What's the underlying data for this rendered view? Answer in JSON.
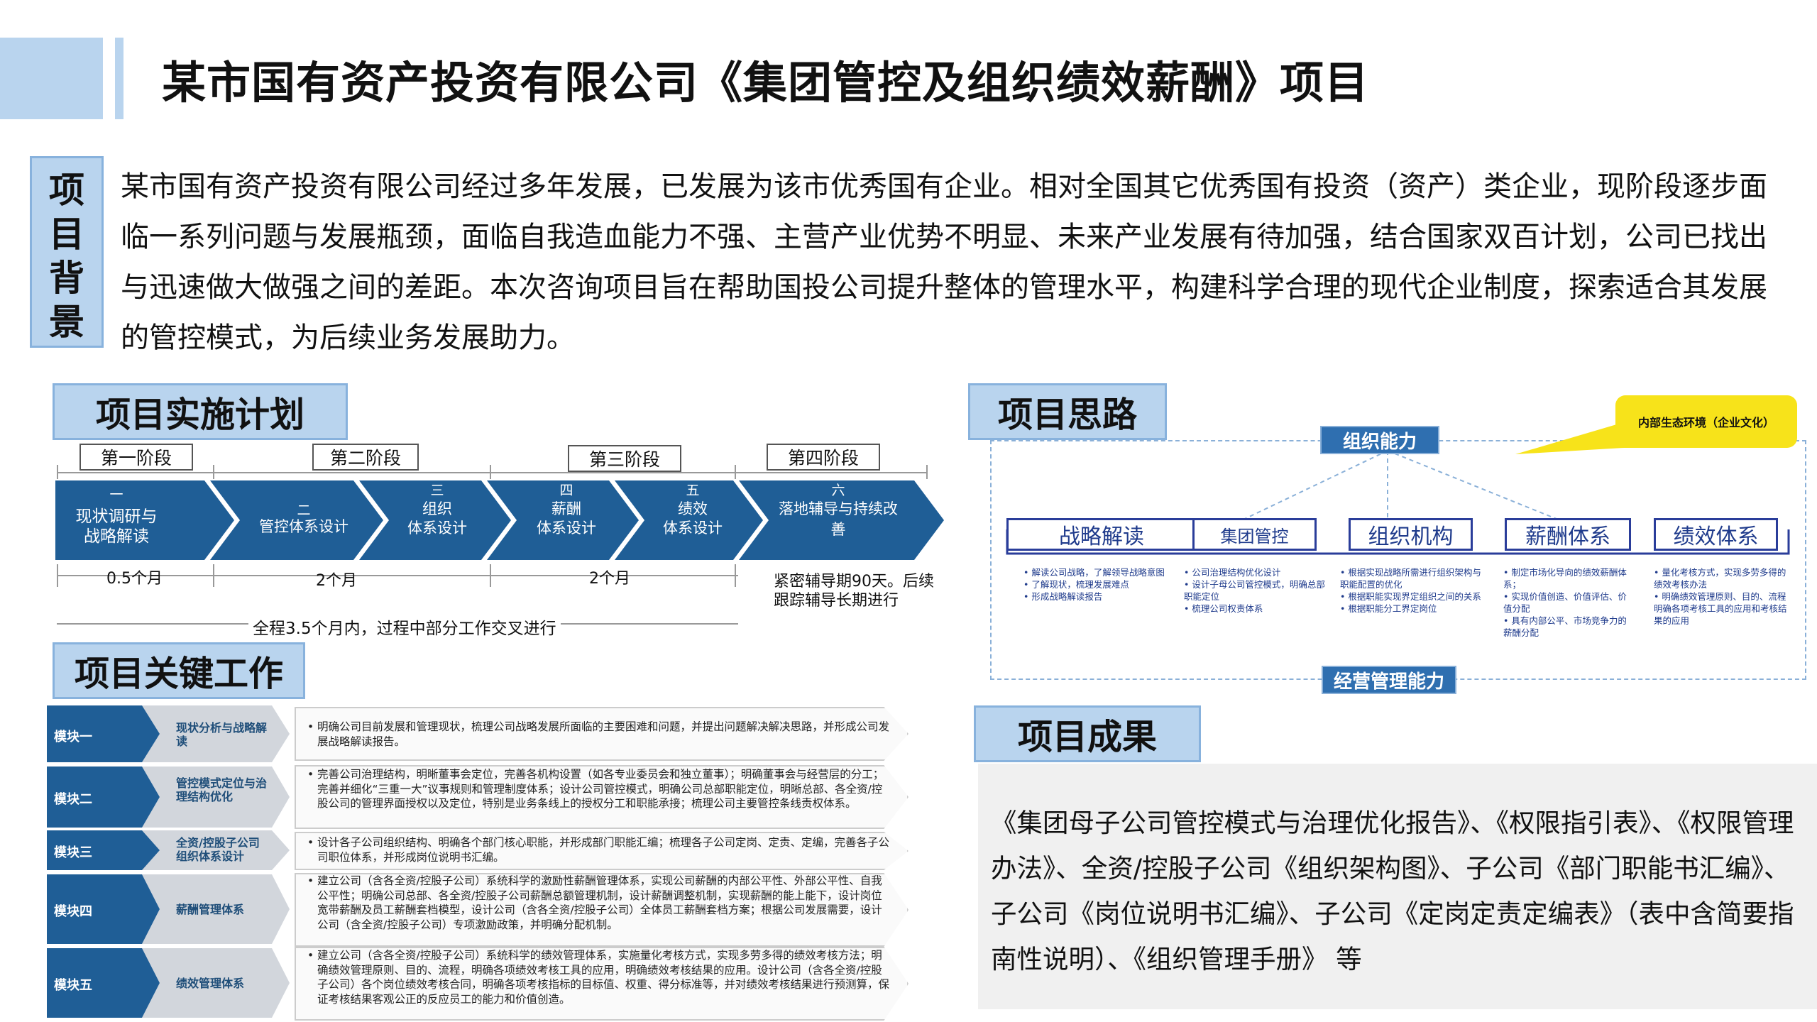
{
  "header": {
    "title": "某市国有资产投资有限公司《集团管控及组织绩效薪酬》项目"
  },
  "background": {
    "label": "项目背景",
    "text": " 某市国有资产投资有限公司经过多年发展，已发展为该市优秀国有企业。相对全国其它优秀国有投资（资产）类企业，现阶段逐步面临一系列问题与发展瓶颈，面临自我造血能力不强、主营产业优势不明显、未来产业发展有待加强，结合国家双百计划，公司已找出与迅速做大做强之间的差距。本次咨询项目旨在帮助国投公司提升整体的管理水平，构建科学合理的现代企业制度，探索适合其发展的管控模式，为后续业务发展助力。"
  },
  "plan": {
    "title": "项目实施计划",
    "stages": [
      "第一阶段",
      "第二阶段",
      "第三阶段",
      "第四阶段"
    ],
    "steps": [
      {
        "num": "一",
        "line1": "现状调研与",
        "line2": "战略解读"
      },
      {
        "num": "二",
        "line1": "管控体系设计",
        "line2": ""
      },
      {
        "num": "三",
        "line1": "组织",
        "line2": "体系设计"
      },
      {
        "num": "四",
        "line1": "薪酬",
        "line2": "体系设计"
      },
      {
        "num": "五",
        "line1": "绩效",
        "line2": "体系设计"
      },
      {
        "num": "六",
        "line1": "落地辅导与持续改",
        "line2": "善"
      }
    ],
    "durations": [
      "0.5个月",
      "2个月",
      "2个月"
    ],
    "tail": "紧密辅导期90天。后续跟踪辅导长期进行",
    "note": "全程3.5个月内，过程中部分工作交叉进行"
  },
  "keywork": {
    "title": "项目关键工作",
    "modules": [
      {
        "name": "模块一",
        "topic": "现状分析与战略解读",
        "desc": "明确公司目前发展和管理现状，梳理公司战略发展所面临的主要困难和问题，并提出问题解决解决思路，并形成公司发展战略解读报告。"
      },
      {
        "name": "模块二",
        "topic": "管控模式定位与治理结构优化",
        "desc": "完善公司治理结构，明晰董事会定位，完善各机构设置（如各专业委员会和独立董事）；明确董事会与经营层的分工；完善并细化“三重一大”议事规则和管理制度体系；设计公司管控模式，明确公司总部职能定位，明晰总部、各全资/控股公司的管理界面授权以及定位，特别是业务条线上的授权分工和职能承接；梳理公司主要管控条线责权体系。"
      },
      {
        "name": "模块三",
        "topic": "全资/控股子公司组织体系设计",
        "desc": "设计各子公司组织结构、明确各个部门核心职能，并形成部门职能汇编；梳理各子公司定岗、定责、定编，完善各子公司职位体系，并形成岗位说明书汇编。"
      },
      {
        "name": "模块四",
        "topic": "薪酬管理体系",
        "desc": "建立公司（含各全资/控股子公司）系统科学的激励性薪酬管理体系，实现公司薪酬的内部公平性、外部公平性、自我公平性；明确公司总部、各全资/控股子公司薪酬总额管理机制，设计薪酬调整机制，实现薪酬的能上能下，设计岗位宽带薪酬及员工薪酬套档模型，设计公司（含各全资/控股子公司）全体员工薪酬套档方案；根据公司发展需要，设计公司（含全资/控股子公司）专项激励政策，并明确分配机制。"
      },
      {
        "name": "模块五",
        "topic": "绩效管理体系",
        "desc": "建立公司（含各全资/控股子公司）系统科学的绩效管理体系，实施量化考核方式，实现多劳多得的绩效考核方法；明确绩效管理原则、目的、流程，明确各项绩效考核工具的应用，明确绩效考核结果的应用。设计公司（含各全资/控股子公司）各个岗位绩效考核合同，明确各项考核指标的目标值、权重、得分标准等，并对绩效考核结果进行预测算，保证考核结果客观公正的反应员工的能力和价值创造。"
      }
    ]
  },
  "thinking": {
    "title": "项目思路",
    "top_cap": "组织能力",
    "bottom_cap": "经营管理能力",
    "bubble": "内部生态环境（企业文化）",
    "boxes": [
      "战略解读",
      "集团管控",
      "组织机构",
      "薪酬体系",
      "绩效体系"
    ],
    "notes": [
      [
        "解读公司战略，了解领导战略意图",
        "了解现状，梳理发展难点",
        "形成战略解读报告"
      ],
      [
        "公司治理结构优化设计",
        "设计子母公司管控模式，明确总部职能定位",
        "梳理公司权责体系"
      ],
      [
        "根据实现战略所需进行组织架构与职能配置的优化",
        "根据职能实现界定组织之间的关系",
        "根据职能分工界定岗位"
      ],
      [
        "制定市场化导向的绩效薪酬体系；",
        "实现价值创造、价值评估、价值分配",
        "具有内部公平、市场竞争力的薪酬分配"
      ],
      [
        "量化考核方式，实现多劳多得的绩效考核办法",
        "明确绩效管理原则、目的、流程明确各项考核工具的应用和考核结果的应用"
      ]
    ]
  },
  "results": {
    "title": "项目成果",
    "text": "《集团母子公司管控模式与治理优化报告》、《权限指引表》、《权限管理办法》、全资/控股子公司《组织架构图》、子公司《部门职能书汇编》、子公司《岗位说明书汇编》、子公司《定岗定责定编表》（表中含简要指南性说明）、《组织管理手册》 等"
  },
  "colors": {
    "accent_light": "#b9d4ee",
    "accent_dark": "#1f5e96",
    "bubble": "#f7e31a"
  }
}
